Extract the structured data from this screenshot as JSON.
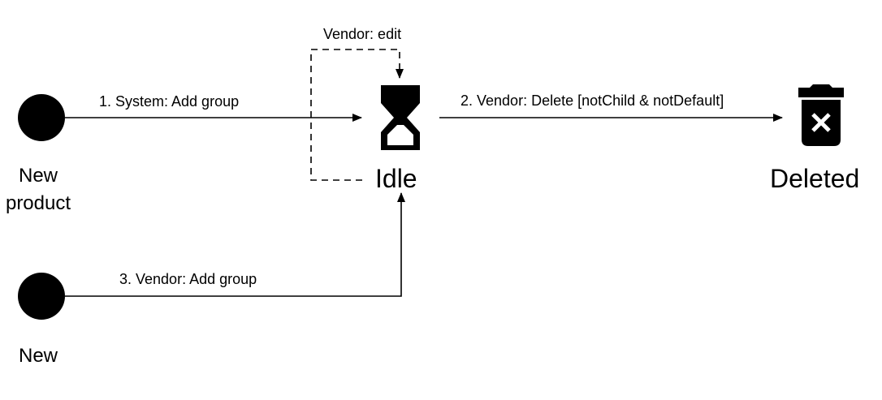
{
  "diagram": {
    "type": "state-diagram",
    "start_nodes": [
      {
        "id": "new-product",
        "label_line1": "New",
        "label_line2": "product"
      },
      {
        "id": "new",
        "label_line1": "New"
      }
    ],
    "states": [
      {
        "id": "idle",
        "label": "Idle",
        "icon": "hourglass-icon"
      },
      {
        "id": "deleted",
        "label": "Deleted",
        "icon": "trash-icon"
      }
    ],
    "transitions": [
      {
        "id": "t1",
        "from": "new-product",
        "to": "idle",
        "label": "1. System: Add group",
        "style": "solid"
      },
      {
        "id": "t2",
        "from": "idle",
        "to": "deleted",
        "label": "2. Vendor: Delete [notChild & notDefault]",
        "style": "solid"
      },
      {
        "id": "t3",
        "from": "new",
        "to": "idle",
        "label": "3. Vendor: Add group",
        "style": "solid"
      },
      {
        "id": "t4",
        "from": "idle",
        "to": "idle",
        "label": "Vendor: edit",
        "style": "dashed"
      }
    ],
    "colors": {
      "stroke": "#000000",
      "fill": "#000000",
      "background": "#ffffff"
    }
  }
}
